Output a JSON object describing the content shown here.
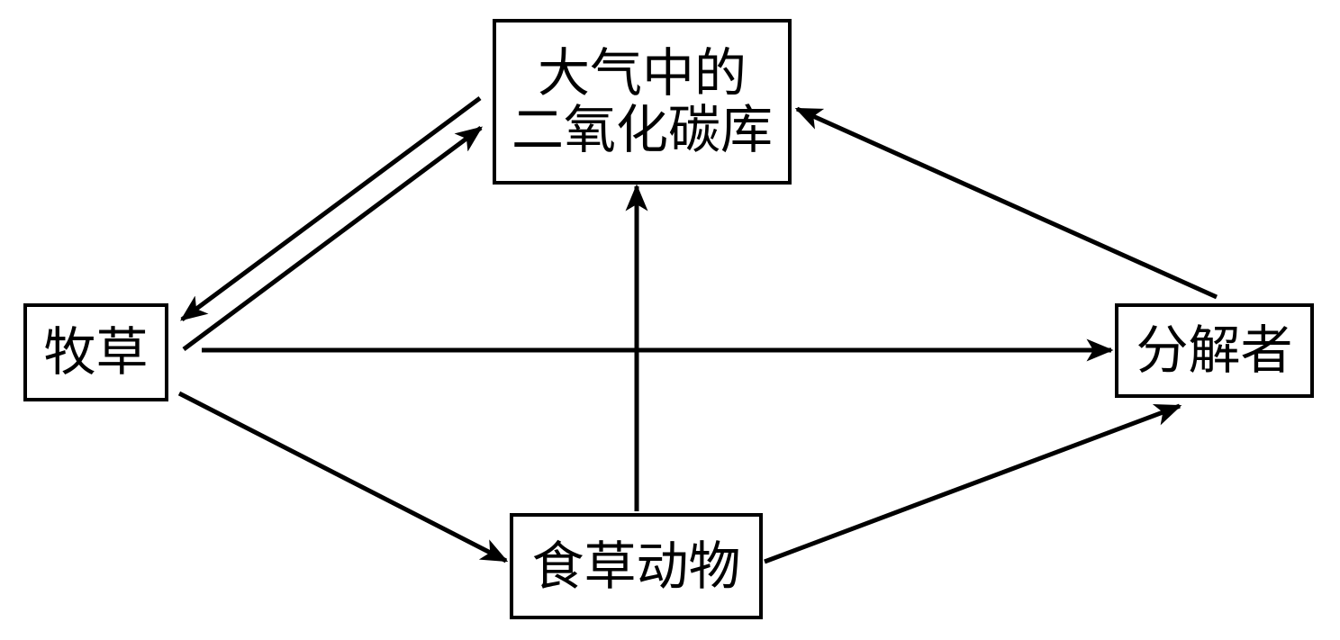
{
  "nodes": {
    "atmosphere": {
      "line1": "大气中的",
      "line2": "二氧化碳库"
    },
    "grass": {
      "label": "牧草"
    },
    "decomposer": {
      "label": "分解者"
    },
    "herbivore": {
      "label": "食草动物"
    }
  },
  "arrows": [
    {
      "from": "atmosphere",
      "to": "grass"
    },
    {
      "from": "grass",
      "to": "atmosphere"
    },
    {
      "from": "grass",
      "to": "decomposer"
    },
    {
      "from": "grass",
      "to": "herbivore"
    },
    {
      "from": "herbivore",
      "to": "atmosphere"
    },
    {
      "from": "herbivore",
      "to": "decomposer"
    },
    {
      "from": "decomposer",
      "to": "atmosphere"
    }
  ],
  "colors": {
    "stroke": "#000000",
    "background": "#ffffff"
  }
}
